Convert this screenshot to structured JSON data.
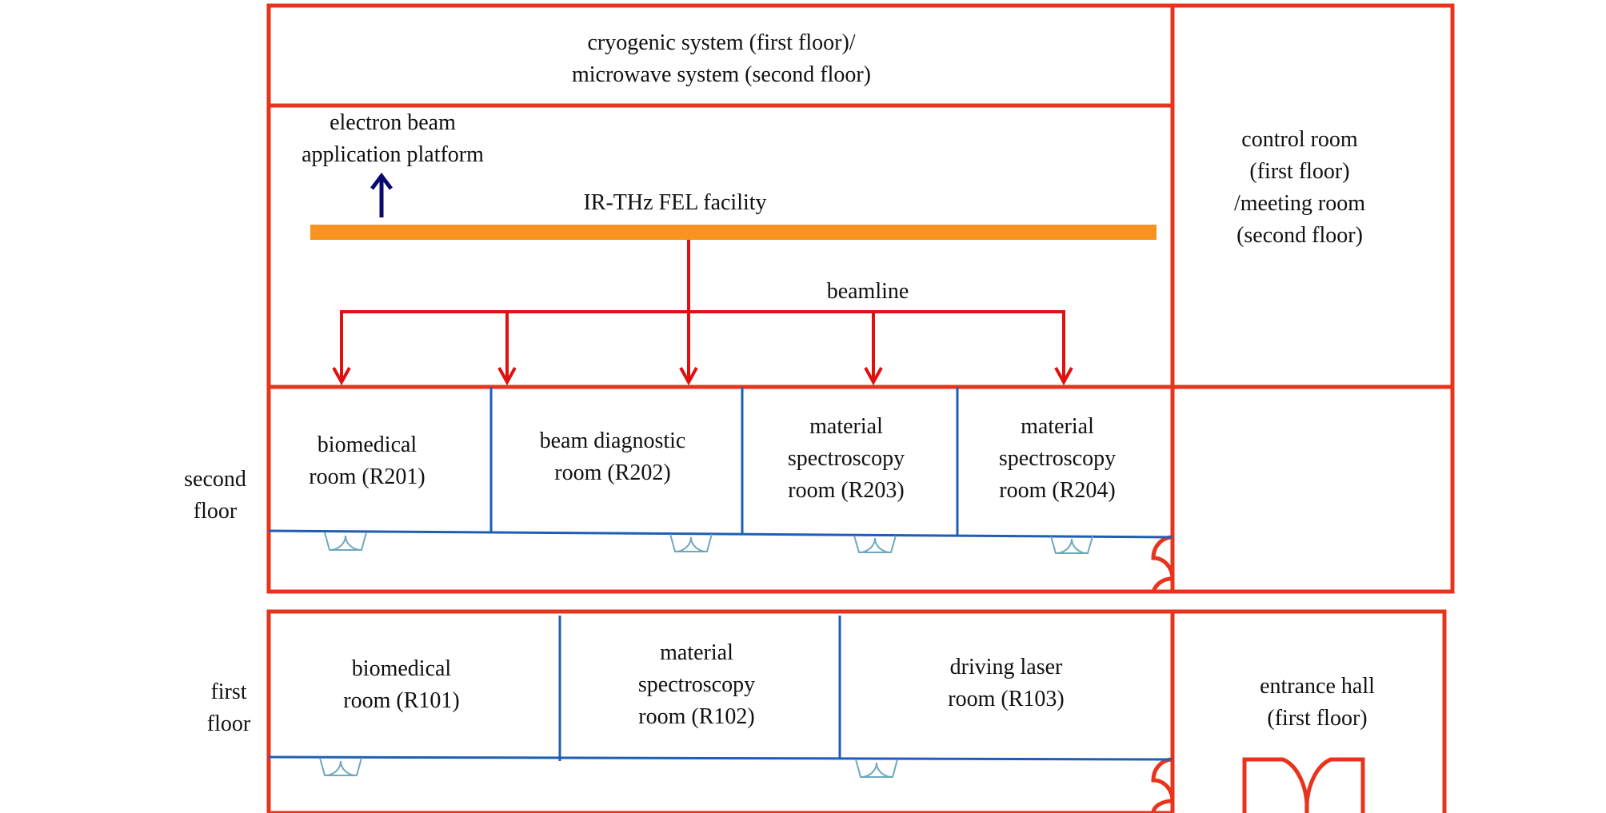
{
  "colors": {
    "wall": "#E8341C",
    "beamline": "#E01010",
    "fel_bar": "#F7931E",
    "partition": "#1E5EB4",
    "door": "#6FA8BC",
    "arrow_up": "#0A0A6E",
    "text": "#111111"
  },
  "labels": {
    "cryogenic_line1": "cryogenic system (first floor)/",
    "cryogenic_line2": "microwave system (second floor)",
    "ebeam_line1": "electron beam",
    "ebeam_line2": "application platform",
    "fel_facility": "IR-THz FEL facility",
    "beamline": "beamline",
    "control_line1": "control room",
    "control_line2": "(first floor)",
    "control_line3": "/meeting room",
    "control_line4": "(second floor)",
    "second_floor_line1": "second",
    "second_floor_line2": "floor",
    "first_floor_line1": "first",
    "first_floor_line2": "floor",
    "entrance_line1": "entrance hall",
    "entrance_line2": "(first floor)"
  },
  "rooms_second_floor": [
    {
      "line1": "biomedical",
      "line2": "room (R201)"
    },
    {
      "line1": "beam diagnostic",
      "line2": "room (R202)"
    },
    {
      "line1": "material",
      "line2": "spectroscopy",
      "line3": "room (R203)"
    },
    {
      "line1": "material",
      "line2": "spectroscopy",
      "line3": "room (R204)"
    }
  ],
  "rooms_first_floor": [
    {
      "line1": "biomedical",
      "line2": "room (R101)"
    },
    {
      "line1": "material",
      "line2": "spectroscopy",
      "line3": "room (R102)"
    },
    {
      "line1": "driving laser",
      "line2": "room (R103)"
    }
  ]
}
